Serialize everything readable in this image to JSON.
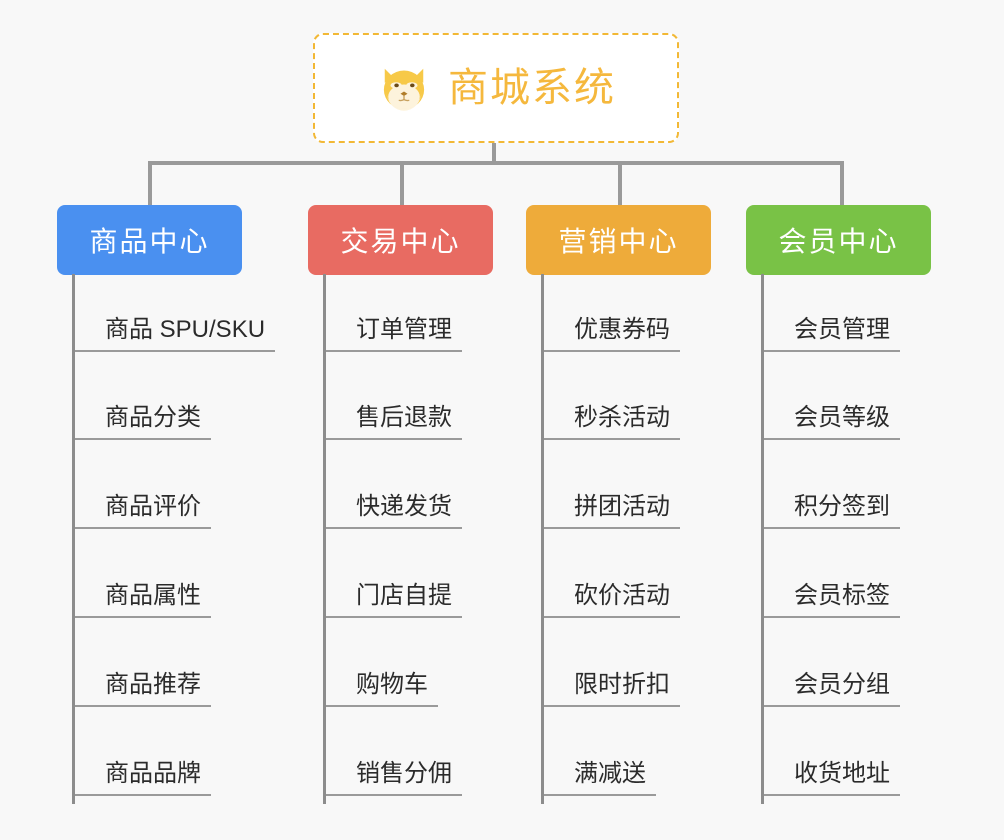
{
  "diagram": {
    "type": "org-tree",
    "background_color": "#f8f8f8",
    "connector_color": "#9a9a9a",
    "root": {
      "title": "商城系统",
      "icon": "shiba-dog-icon",
      "text_color": "#f5b83d",
      "border_color": "#f2b835",
      "background_color": "#ffffff"
    },
    "categories": [
      {
        "label": "商品中心",
        "color": "#4a90f0",
        "items": [
          "商品 SPU/SKU",
          "商品分类",
          "商品评价",
          "商品属性",
          "商品推荐",
          "商品品牌"
        ]
      },
      {
        "label": "交易中心",
        "color": "#e86b62",
        "items": [
          "订单管理",
          "售后退款",
          "快递发货",
          "门店自提",
          "购物车",
          "销售分佣"
        ]
      },
      {
        "label": "营销中心",
        "color": "#eeab3a",
        "items": [
          "优惠券码",
          "秒杀活动",
          "拼团活动",
          "砍价活动",
          "限时折扣",
          "满减送"
        ]
      },
      {
        "label": "会员中心",
        "color": "#79c246",
        "items": [
          "会员管理",
          "会员等级",
          "积分签到",
          "会员标签",
          "会员分组",
          "收货地址"
        ]
      }
    ]
  }
}
